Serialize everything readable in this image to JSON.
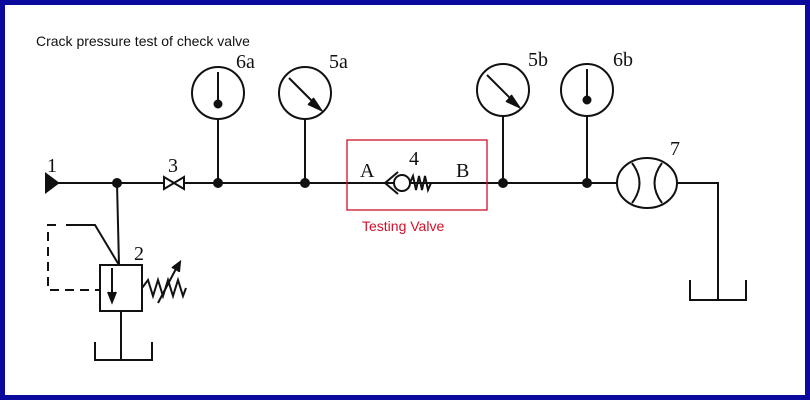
{
  "title": "Crack pressure test of check valve",
  "labels": {
    "source": "1",
    "relief_valve": "2",
    "stop_valve": "3",
    "check_valve": "4",
    "gauge_5a": "5a",
    "gauge_6a": "6a",
    "gauge_5b": "5b",
    "gauge_6b": "6b",
    "flowmeter": "7",
    "port_a": "A",
    "port_b": "B"
  },
  "testing_valve_label": "Testing Valve",
  "colors": {
    "border": "#0a0a9c",
    "highlight": "#d0102a",
    "line": "#111111"
  }
}
